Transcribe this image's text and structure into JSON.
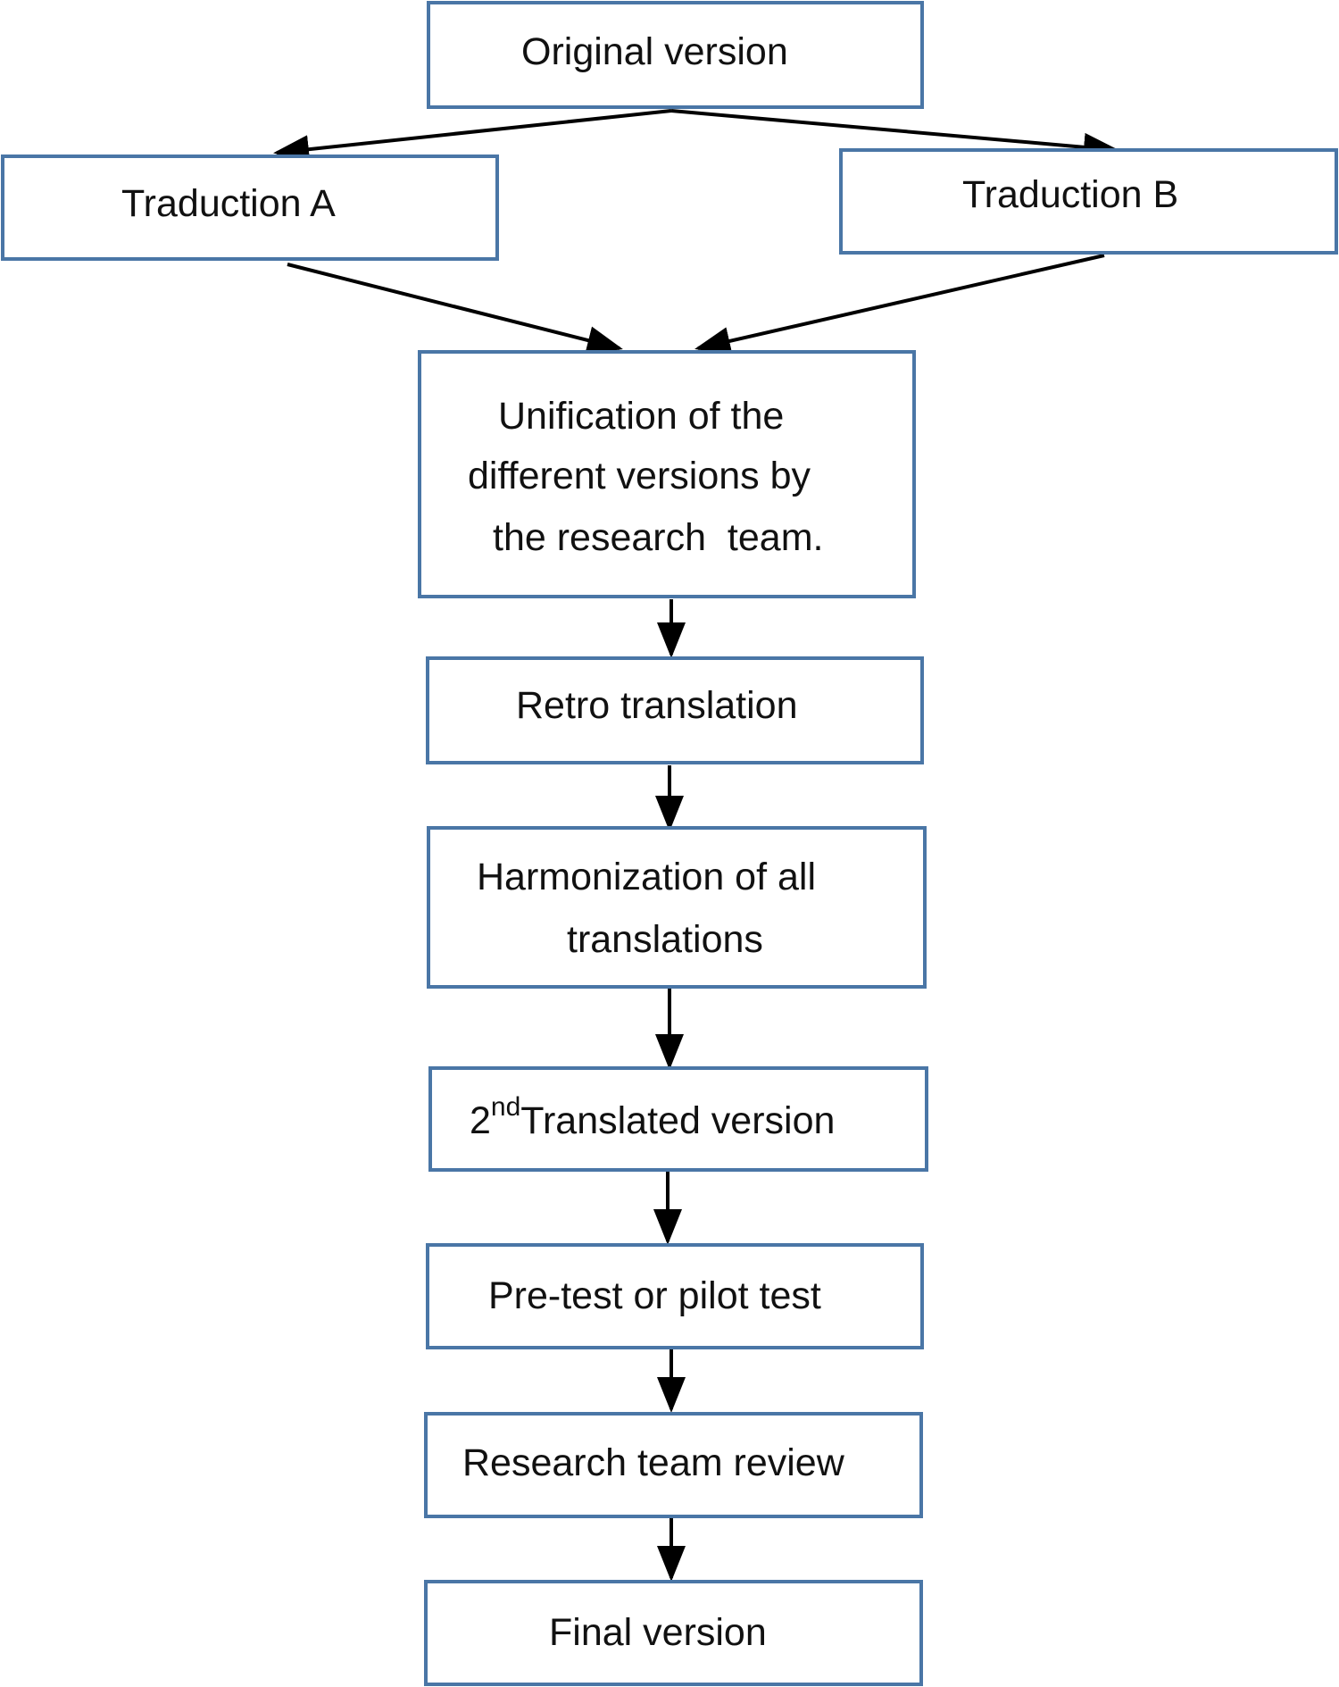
{
  "diagram": {
    "border_color": "#4a76a6",
    "arrow_color": "#000000",
    "nodes": {
      "original": {
        "label": "Original version"
      },
      "traduction_a": {
        "label": "Traduction A"
      },
      "traduction_b": {
        "label": "Traduction B"
      },
      "unification": {
        "lines": [
          "Unification of the",
          "different versions by",
          "the research  team."
        ]
      },
      "retro": {
        "label": "Retro translation"
      },
      "harmonization": {
        "lines": [
          "Harmonization of all",
          "translations"
        ]
      },
      "second_translated": {
        "number": "2",
        "suffix": "nd",
        "label": "Translated version"
      },
      "pretest": {
        "label": "Pre-test or pilot test"
      },
      "review": {
        "label": "Research team review"
      },
      "final": {
        "label": "Final version"
      }
    },
    "edges": [
      {
        "from": "original",
        "to": "traduction_a"
      },
      {
        "from": "original",
        "to": "traduction_b"
      },
      {
        "from": "traduction_a",
        "to": "unification"
      },
      {
        "from": "traduction_b",
        "to": "unification"
      },
      {
        "from": "unification",
        "to": "retro"
      },
      {
        "from": "retro",
        "to": "harmonization"
      },
      {
        "from": "harmonization",
        "to": "second_translated"
      },
      {
        "from": "second_translated",
        "to": "pretest"
      },
      {
        "from": "pretest",
        "to": "review"
      },
      {
        "from": "review",
        "to": "final"
      }
    ]
  }
}
